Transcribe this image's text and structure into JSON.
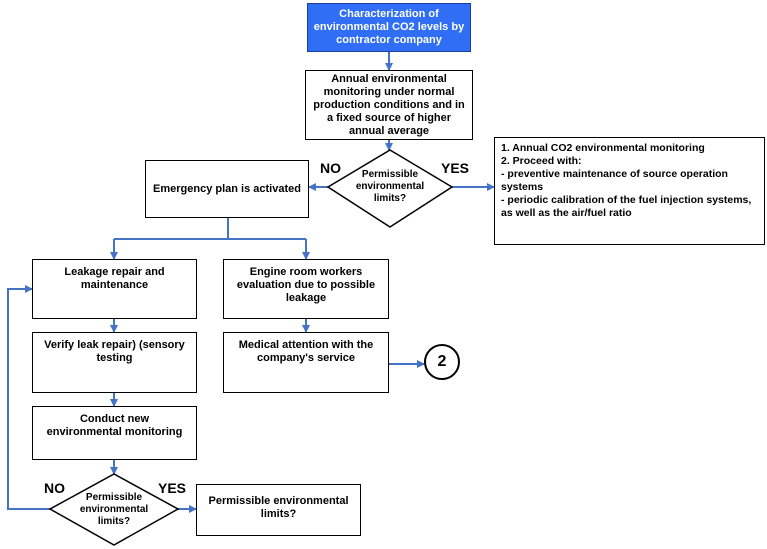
{
  "diagram": {
    "start": "Characterization of environmental CO2 levels by contractor company",
    "annual_monitoring": "Annual environmental monitoring under normal production conditions and in a fixed source of higher annual average",
    "decision1": "Permissible environmental limits?",
    "no_label": "NO",
    "yes_label": "YES",
    "yes_actions": [
      "1. Annual CO2 environmental monitoring",
      "2. Proceed with:",
      "- preventive maintenance of source operation",
      "systems",
      "- periodic calibration of the fuel injection systems,",
      "as well as the air/fuel ratio"
    ],
    "emergency": "Emergency plan is activated",
    "leak_repair": "Leakage repair and maintenance",
    "engine_eval": "Engine room workers evaluation due to possible leakage",
    "verify": "Verify leak repair) (sensory testing",
    "medical": "Medical attention with the company's service",
    "connector": "2",
    "new_monitoring": "Conduct new environmental monitoring",
    "decision2": "Permissible environmental limits?",
    "final": "Permissible environmental limits?"
  },
  "colors": {
    "line": "#4472c4",
    "start_fill": "#2f6ef5"
  }
}
